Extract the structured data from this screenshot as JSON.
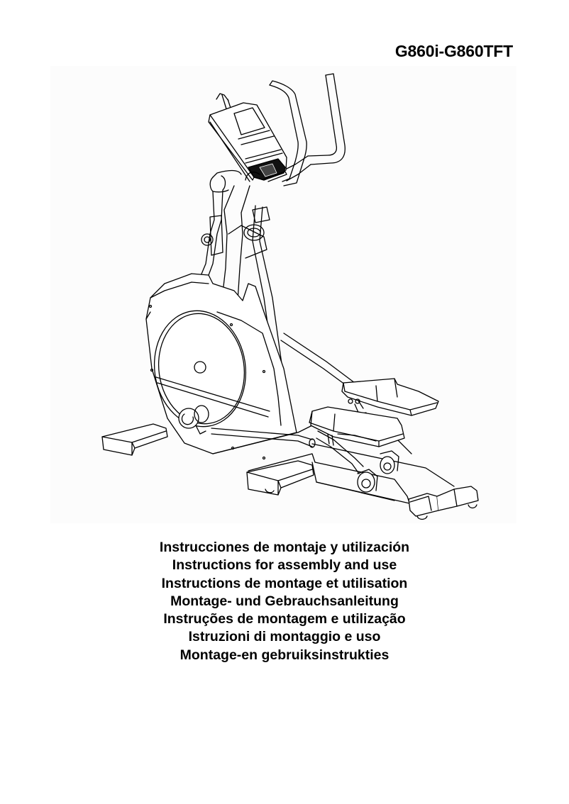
{
  "header": {
    "model": "G860i-G860TFT"
  },
  "illustration": {
    "subject": "elliptical-trainer",
    "style": "black line art on near-white background",
    "background_color": "#fcfcfc",
    "line_color": "#000000"
  },
  "subtitles": [
    "Instrucciones de montaje y utilización",
    "Instructions for assembly and use",
    "Instructions de montage et utilisation",
    "Montage- und Gebrauchsanleitung",
    "Instruções de montagem e utilização",
    "Istruzioni di montaggio e uso",
    "Montage-en gebruiksinstrukties"
  ]
}
